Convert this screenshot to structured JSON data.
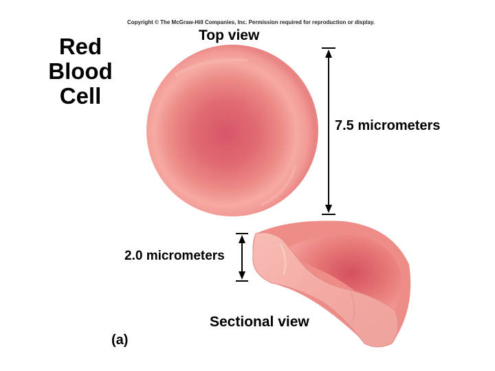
{
  "copyright": "Copyright © The McGraw-Hill Companies, Inc. Permission required for reproduction or display.",
  "title": [
    "Red",
    "Blood",
    "Cell"
  ],
  "labels": {
    "top_view": "Top view",
    "diameter": "7.5 micrometers",
    "thickness": "2.0 micrometers",
    "sectional_view": "Sectional view",
    "figure": "(a)"
  },
  "colors": {
    "cell_light": "#f4a29e",
    "cell_mid": "#ea7a7a",
    "cell_dark": "#cf4a5a",
    "cut_face": "#f6b1ab",
    "arrow": "#000000"
  }
}
